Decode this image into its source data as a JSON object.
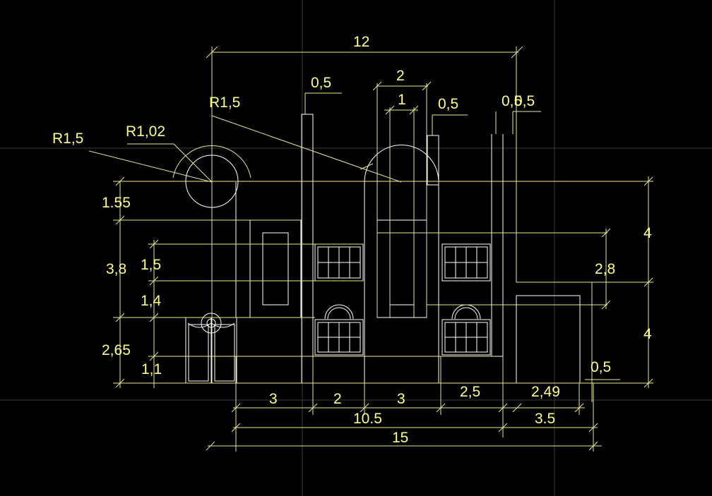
{
  "colors": {
    "background": "#000000",
    "dimension": "#e8e88c",
    "text": "#ffff80",
    "building": "#ffffff",
    "grid": "#3a3a3a"
  },
  "dims": {
    "overall_top": "12",
    "top_2": "2",
    "top_1": "1",
    "top_05_a": "0,5",
    "top_05_b": "0,5",
    "top_05_c": "0,5",
    "top_05_d": "0,5",
    "r15_left": "R1,5",
    "r15_mid": "R1,5",
    "r102": "R1,02",
    "left_155": "1.55",
    "left_38": "3,8",
    "left_15": "1,5",
    "left_14": "1,4",
    "left_265": "2,65",
    "left_11": "1,1",
    "right_4_top": "4",
    "right_28": "2,8",
    "right_4_bottom": "4",
    "right_05": "0,5",
    "bottom_3a": "3",
    "bottom_2": "2",
    "bottom_3b": "3",
    "bottom_25": "2,5",
    "bottom_249": "2,49",
    "bottom_105": "10.5",
    "bottom_35": "3.5",
    "bottom_15": "15"
  }
}
